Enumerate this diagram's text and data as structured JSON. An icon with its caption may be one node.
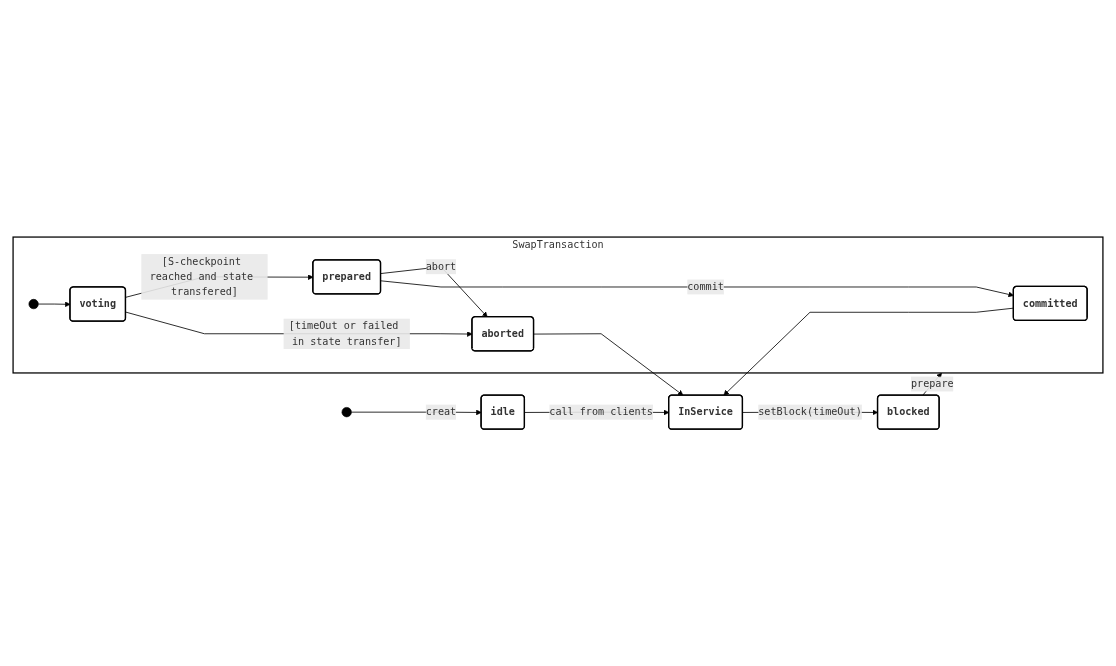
{
  "diagram": {
    "nodes": [
      {
        "text": [],
        "shape": "circle"
      },
      {
        "text": [
          "idle"
        ]
      },
      {
        "text": [
          "InService"
        ]
      },
      {
        "text": [
          "blocked"
        ]
      },
      {
        "text": [
          "SwapTransaction"
        ]
      },
      {
        "text": [
          "committed"
        ],
        "in": 4
      },
      {
        "text": [
          "aborted"
        ],
        "in": 4
      },
      {
        "text": [],
        "shape": "circle",
        "in": 4
      },
      {
        "text": [
          "voting"
        ],
        "in": 4
      },
      {
        "text": [
          "prepared"
        ],
        "in": 4
      }
    ],
    "edges": [
      {
        "from": 0,
        "to": 1,
        "arrow": "to",
        "label": "creat"
      },
      {
        "from": 1,
        "to": 2,
        "arrow": "to",
        "label": "call from clients"
      },
      {
        "from": 2,
        "to": 3,
        "arrow": "to",
        "label": "setBlock(timeOut)"
      },
      {
        "from": 3,
        "to": 4,
        "arrow": "to",
        "label": "prepare"
      },
      {
        "from": 5,
        "to": 2,
        "arrow": "to"
      },
      {
        "from": 6,
        "to": 2,
        "arrow": "to"
      },
      {
        "from": 7,
        "to": 8,
        "arrow": "to"
      },
      {
        "from": 8,
        "to": 6,
        "arrow": "to",
        "label": "[timeOut or failed in state transfer]"
      },
      {
        "from": 8,
        "to": 9,
        "arrow": "to",
        "label": "[S-checkpoint reached and state transfered]"
      },
      {
        "from": 9,
        "to": 5,
        "arrow": "to",
        "label": "commit"
      },
      {
        "from": 9,
        "to": 6,
        "arrow": "to",
        "label": "abort"
      }
    ]
  }
}
